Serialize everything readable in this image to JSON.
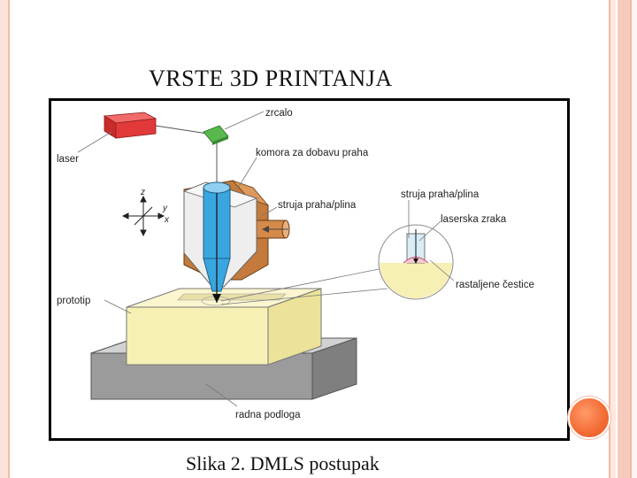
{
  "slide": {
    "title": "VRSTE 3D PRINTANJA",
    "caption": "Slika 2. DMLS postupak"
  },
  "diagram": {
    "labels": {
      "laser": "laser",
      "mirror": "zrcalo",
      "chamber": "komora za dobavu praha",
      "powder_gas_stream": "struja praha/plina",
      "prototype": "prototip",
      "base": "radna podloga",
      "detail_powder_gas_stream": "struja praha/plina",
      "laser_beam": "laserska zraka",
      "melted_particles": "rastaljene čestice"
    },
    "axes": {
      "z": "z",
      "y": "y",
      "x": "x"
    }
  },
  "colors": {
    "frame_accent": "#f7cbbb",
    "accent_dot": "#f36a33",
    "laser_red": "#e23a3a",
    "mirror_green": "#4fae4a",
    "nozzle_blue": "#3aa6df",
    "chamber_brown": "#c47a3c",
    "prototype_yellow": "#f7f0b4",
    "base_gray": "#9b9b9b"
  }
}
